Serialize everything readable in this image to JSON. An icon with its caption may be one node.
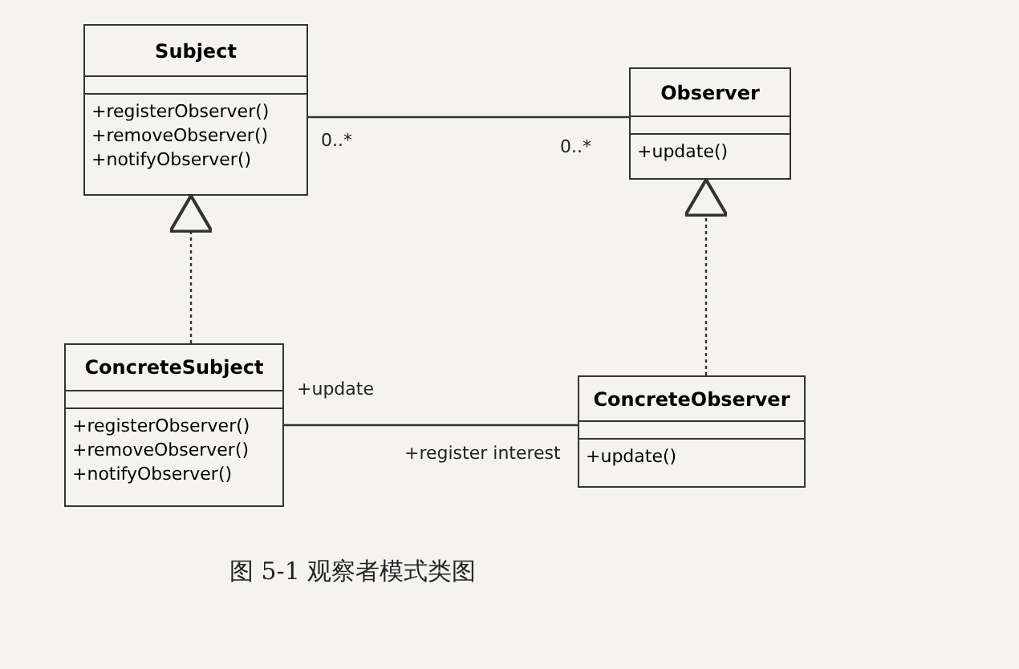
{
  "diagram": {
    "caption": "图 5-1 观察者模式类图",
    "nodes": [
      {
        "text": [
          "Subject",
          "+registerObserver()",
          "+removeObserver()",
          "+notifyObserver()"
        ]
      },
      {
        "text": [
          "Observer",
          "+update()"
        ]
      },
      {
        "text": [
          "ConcreteSubject",
          "+registerObserver()",
          "+removeObserver()",
          "+notifyObserver()"
        ]
      },
      {
        "text": [
          "ConcreteObserver",
          "+update()"
        ]
      }
    ],
    "edges": [
      {
        "from": 0,
        "to": 1,
        "arrow": "none"
      },
      {
        "from": 2,
        "to": 0,
        "arrow": "to",
        "style": "dashed"
      },
      {
        "from": 3,
        "to": 1,
        "arrow": "to",
        "style": "dashed"
      },
      {
        "from": 2,
        "to": 3,
        "arrow": "none"
      }
    ],
    "labels": [
      "0..*",
      "0..*",
      "+update",
      "+register interest"
    ]
  }
}
